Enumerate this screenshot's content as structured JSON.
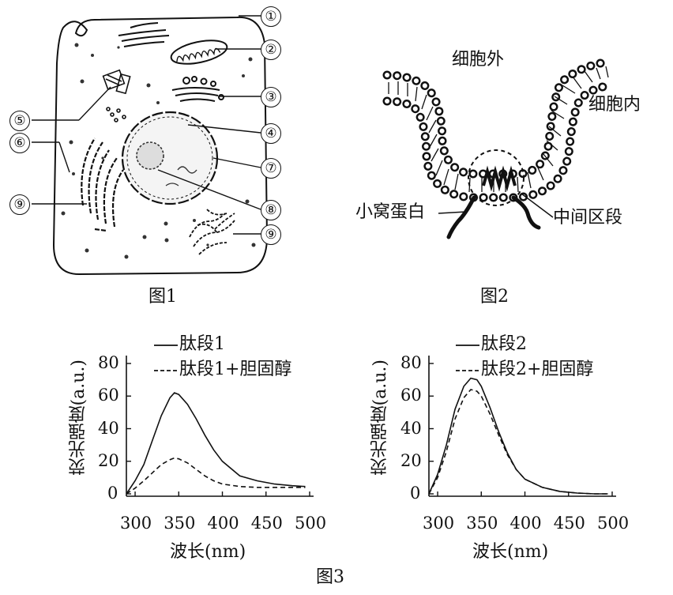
{
  "figure1": {
    "caption": "图1",
    "markers": [
      "①",
      "②",
      "③",
      "④",
      "⑤",
      "⑥",
      "⑦",
      "⑧",
      "⑨",
      "⑨"
    ]
  },
  "figure2": {
    "caption": "图2",
    "outside_label": "细胞外",
    "inside_label": "细胞内",
    "protein_label": "小窝蛋白",
    "segment_label": "中间区段"
  },
  "figure3": {
    "caption": "图3"
  },
  "chart_data": [
    {
      "type": "line",
      "xlabel": "波长(nm)",
      "ylabel": "荧光强度(a.u.)",
      "xticks": [
        "300",
        "350",
        "400",
        "450",
        "500"
      ],
      "yticks": [
        "0",
        "20",
        "40",
        "60",
        "80"
      ],
      "xlim": [
        290,
        500
      ],
      "ylim": [
        0,
        80
      ],
      "series": [
        {
          "name": "肽段1",
          "style": "solid",
          "x": [
            290,
            300,
            310,
            320,
            330,
            340,
            345,
            350,
            360,
            370,
            380,
            390,
            400,
            420,
            440,
            460,
            480,
            495
          ],
          "y": [
            0,
            8,
            18,
            33,
            48,
            59,
            62,
            61,
            55,
            46,
            36,
            27,
            20,
            11,
            8,
            6,
            5,
            4.5
          ]
        },
        {
          "name": "肽段1+胆固醇",
          "style": "dashed",
          "x": [
            290,
            300,
            310,
            320,
            330,
            340,
            345,
            350,
            360,
            370,
            380,
            390,
            400,
            420,
            440,
            460,
            480,
            495
          ],
          "y": [
            0,
            3.5,
            8,
            13,
            18,
            21,
            22,
            21.5,
            19,
            15,
            11,
            8,
            6,
            4.5,
            4,
            4,
            4,
            4
          ]
        }
      ]
    },
    {
      "type": "line",
      "xlabel": "波长(nm)",
      "ylabel": "荧光强度(a.u.)",
      "xticks": [
        "300",
        "350",
        "400",
        "450",
        "500"
      ],
      "yticks": [
        "0",
        "20",
        "40",
        "60",
        "80"
      ],
      "xlim": [
        290,
        500
      ],
      "ylim": [
        0,
        80
      ],
      "series": [
        {
          "name": "肽段2",
          "style": "solid",
          "x": [
            290,
            300,
            310,
            320,
            330,
            338,
            345,
            350,
            360,
            370,
            380,
            390,
            400,
            420,
            440,
            460,
            480,
            495
          ],
          "y": [
            0,
            12,
            30,
            52,
            66,
            71,
            70,
            66,
            53,
            38,
            25,
            15,
            9,
            4,
            1.5,
            0.5,
            0,
            0
          ]
        },
        {
          "name": "肽段2+胆固醇",
          "style": "dashed",
          "x": [
            290,
            300,
            310,
            320,
            330,
            338,
            345,
            350,
            360,
            370,
            380,
            390,
            400,
            420,
            440,
            460,
            480,
            495
          ],
          "y": [
            0,
            10,
            26,
            46,
            59,
            64,
            63,
            60,
            49,
            36,
            24,
            15,
            9,
            4,
            1.5,
            0.5,
            0,
            0
          ]
        }
      ]
    }
  ]
}
